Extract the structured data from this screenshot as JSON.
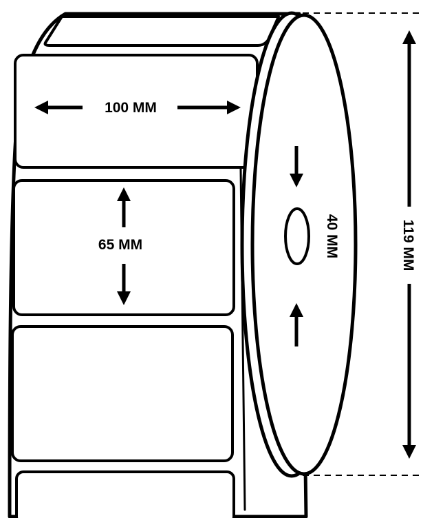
{
  "labels": {
    "label_width": "100 MM",
    "label_height": "65 MM",
    "core_diameter": "40 MM",
    "roll_diameter": "119 MM"
  },
  "colors": {
    "stroke": "#000000",
    "background": "#ffffff"
  }
}
